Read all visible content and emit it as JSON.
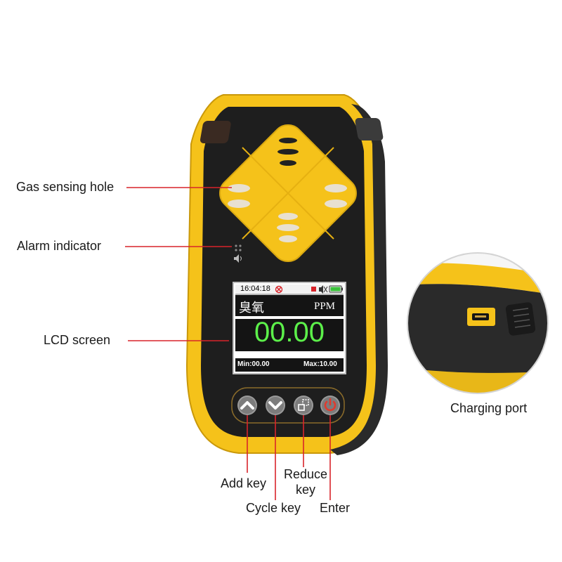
{
  "callouts": {
    "gas_sensing_hole": "Gas sensing hole",
    "alarm_indicator": "Alarm indicator",
    "lcd_screen": "LCD screen",
    "charging_port": "Charging port",
    "add_key": "Add key",
    "cycle_key": "Cycle key",
    "reduce_key": "Reduce key",
    "enter": "Enter"
  },
  "lcd": {
    "time": "16:04:18",
    "gas_name": "臭氧",
    "unit": "PPM",
    "reading": "00.00",
    "min": "Min:00.00",
    "max": "Max:10.00"
  },
  "colors": {
    "body_yellow": "#f5c21a",
    "body_black": "#1e1e1e",
    "leader_line": "#d8242a",
    "reading_green": "#5cf04a",
    "enter_red": "#e03a2e"
  }
}
